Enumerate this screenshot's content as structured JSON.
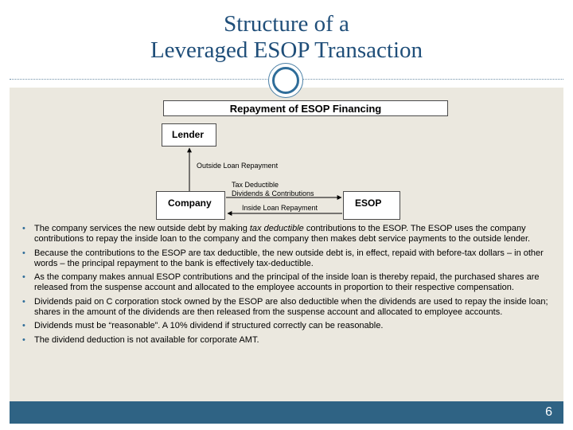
{
  "title": {
    "line1": "Structure of a",
    "line2": "Leveraged ESOP Transaction"
  },
  "diagram": {
    "heading": "Repayment of ESOP Financing",
    "lender": "Lender",
    "company": "Company",
    "esop": "ESOP",
    "outside_loan_repayment": "Outside Loan Repayment",
    "tax_deductible_line1": "Tax Deductible",
    "tax_deductible_line2": "Dividends & Contributions",
    "inside_loan_repayment": "Inside Loan Repayment"
  },
  "bullets": [
    {
      "before": "The company services the new outside debt by making ",
      "emphasis": "tax deductible",
      "after": " contributions to the ESOP.  The ESOP uses the company contributions to repay the inside loan to the company and the company then makes debt service payments to the outside lender."
    },
    {
      "text": "Because the contributions to the ESOP are tax deductible, the new outside debt is, in effect, repaid with before-tax dollars – in other words – the principal repayment to the bank is effectively tax-deductible."
    },
    {
      "text": "As the company makes annual ESOP contributions and the principal of the inside loan is thereby repaid, the purchased shares are released from the suspense account and allocated to the employee accounts in proportion to their respective compensation."
    },
    {
      "text": "Dividends paid on C corporation stock owned by the ESOP are also deductible when the dividends are used to repay the inside loan; shares in the amount of the dividends are then released from the suspense account and allocated to employee accounts."
    },
    {
      "text": "Dividends must be “reasonable”.  A 10% dividend if structured correctly can be reasonable."
    },
    {
      "text": "The dividend deduction is not available for corporate AMT."
    }
  ],
  "bullet_glyph": "•",
  "page_number": "6",
  "colors": {
    "title": "#1f4e79",
    "content_background": "#ebe8df",
    "footer": "#2f6384"
  }
}
